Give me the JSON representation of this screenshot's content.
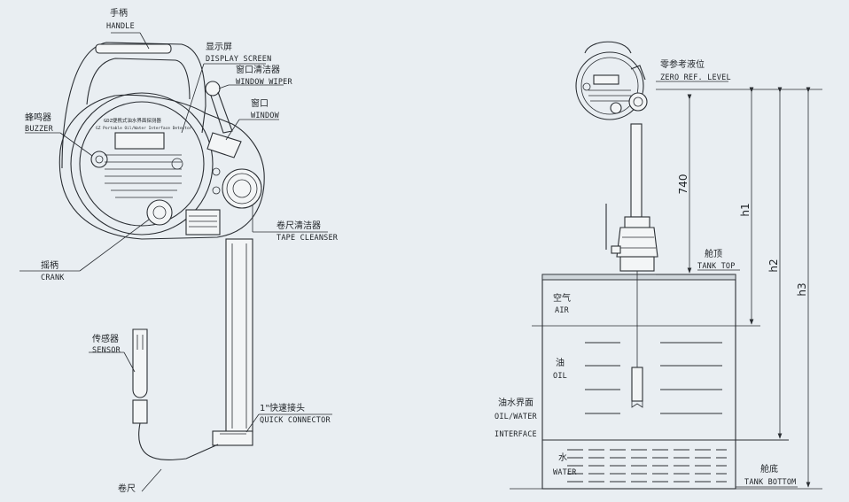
{
  "left_device": {
    "handle": {
      "cn": "手柄",
      "en": "HANDLE"
    },
    "display_screen": {
      "cn": "显示屏",
      "en": "DISPLAY SCREEN"
    },
    "window_wiper": {
      "cn": "窗口清洁器",
      "en": "WINDOW WIPER"
    },
    "window": {
      "cn": "窗口",
      "en": "WINDOW"
    },
    "buzzer": {
      "cn": "蜂鸣器",
      "en": "BUZZER"
    },
    "tape_cleanser": {
      "cn": "卷尺清洁器",
      "en": "TAPE CLEANSER"
    },
    "crank": {
      "cn": "摇柄",
      "en": "CRANK"
    },
    "sensor": {
      "cn": "传感器",
      "en": "SENSOR"
    },
    "quick_connector": {
      "cn": "1\"快速接头",
      "en": "QUICK CONNECTOR"
    },
    "tape": {
      "cn": "卷尺",
      "en": ""
    }
  },
  "right_tank": {
    "zero_ref": {
      "cn": "零参考液位",
      "en": "ZERO REF. LEVEL"
    },
    "tank_top": {
      "cn": "舱顶",
      "en": "TANK TOP"
    },
    "air": {
      "cn": "空气",
      "en": "AIR"
    },
    "oil": {
      "cn": "油",
      "en": "OIL"
    },
    "interface": {
      "cn": "油水界面",
      "en1": "OIL/WATER",
      "en2": "INTERFACE"
    },
    "water": {
      "cn": "水",
      "en": "WATER"
    },
    "tank_bottom": {
      "cn": "舱底",
      "en": "TANK BOTTOM"
    },
    "dimensions": {
      "d740": "740",
      "h1": "h1",
      "h2": "h2",
      "h3": "h3"
    }
  }
}
